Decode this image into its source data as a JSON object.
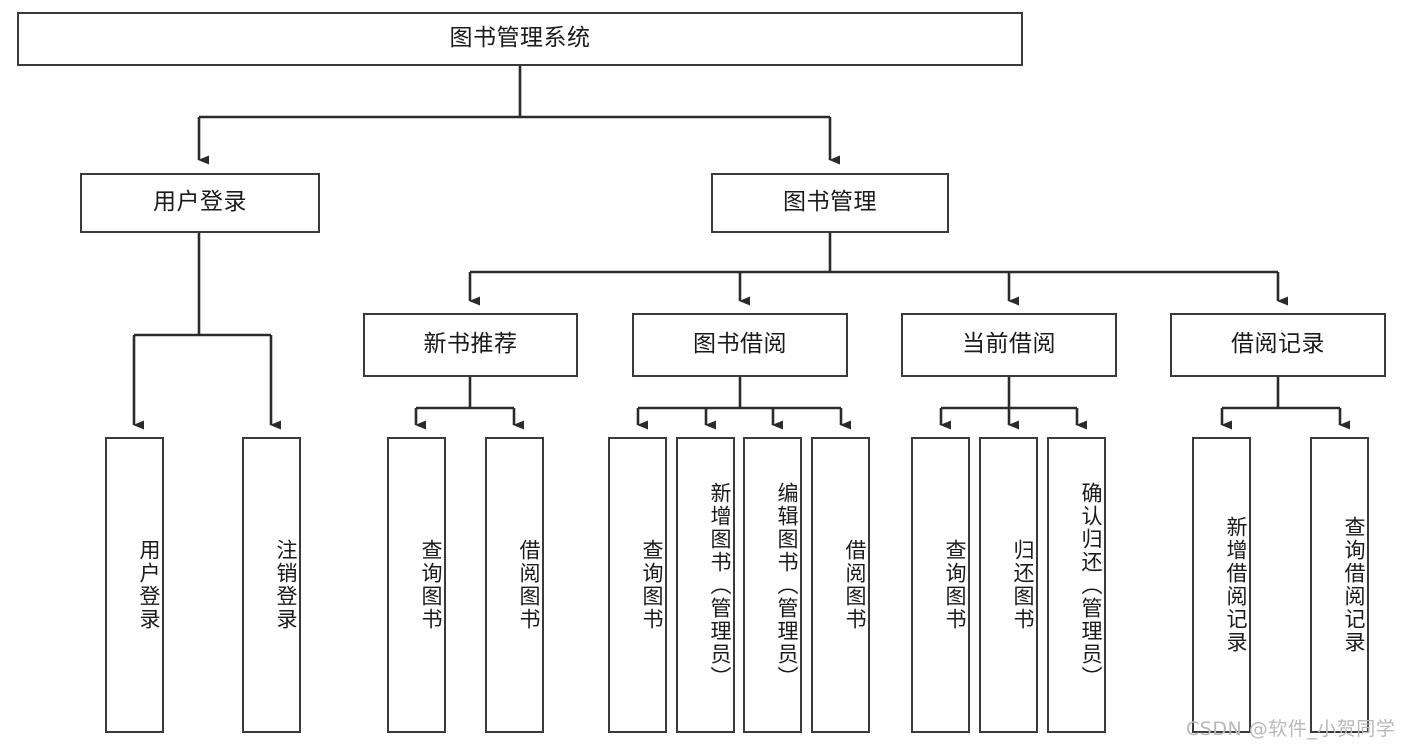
{
  "meta": {
    "title": "图书管理系统 功能结构图",
    "watermark": "CSDN @软件_小贺同学",
    "colors": {
      "background": "#ffffff",
      "box_border": "#3a3a3a",
      "box_fill": "#ffffff",
      "connector": "#2b2b2b",
      "text": "#1a1a1a",
      "watermark": "#b9b9b9"
    }
  },
  "chart_data": {
    "type": "diagram",
    "diagram_kind": "tree",
    "title": "图书管理系统",
    "orientation": "top-down",
    "levels": 4,
    "nodes": [
      {
        "id": "root",
        "label": "图书管理系统",
        "level": 0,
        "parent": null,
        "orientation": "horizontal"
      },
      {
        "id": "login",
        "label": "用户登录",
        "level": 1,
        "parent": "root",
        "orientation": "horizontal"
      },
      {
        "id": "bookmgmt",
        "label": "图书管理",
        "level": 1,
        "parent": "root",
        "orientation": "horizontal"
      },
      {
        "id": "login-1",
        "label": "用户登录",
        "level": 2,
        "parent": "login",
        "orientation": "vertical"
      },
      {
        "id": "login-2",
        "label": "注销登录",
        "level": 2,
        "parent": "login",
        "orientation": "vertical"
      },
      {
        "id": "newbook",
        "label": "新书推荐",
        "level": 2,
        "parent": "bookmgmt",
        "orientation": "horizontal"
      },
      {
        "id": "borrow",
        "label": "图书借阅",
        "level": 2,
        "parent": "bookmgmt",
        "orientation": "horizontal"
      },
      {
        "id": "current",
        "label": "当前借阅",
        "level": 2,
        "parent": "bookmgmt",
        "orientation": "horizontal"
      },
      {
        "id": "records",
        "label": "借阅记录",
        "level": 2,
        "parent": "bookmgmt",
        "orientation": "horizontal"
      },
      {
        "id": "newbook-1",
        "label": "查询图书",
        "level": 3,
        "parent": "newbook",
        "orientation": "vertical"
      },
      {
        "id": "newbook-2",
        "label": "借阅图书",
        "level": 3,
        "parent": "newbook",
        "orientation": "vertical"
      },
      {
        "id": "borrow-1",
        "label": "查询图书",
        "level": 3,
        "parent": "borrow",
        "orientation": "vertical"
      },
      {
        "id": "borrow-2",
        "label": "新增图书（管理员）",
        "level": 3,
        "parent": "borrow",
        "orientation": "vertical"
      },
      {
        "id": "borrow-3",
        "label": "编辑图书（管理员）",
        "level": 3,
        "parent": "borrow",
        "orientation": "vertical"
      },
      {
        "id": "borrow-4",
        "label": "借阅图书",
        "level": 3,
        "parent": "borrow",
        "orientation": "vertical"
      },
      {
        "id": "current-1",
        "label": "查询图书",
        "level": 3,
        "parent": "current",
        "orientation": "vertical"
      },
      {
        "id": "current-2",
        "label": "归还图书",
        "level": 3,
        "parent": "current",
        "orientation": "vertical"
      },
      {
        "id": "current-3",
        "label": "确认归还（管理员）",
        "level": 3,
        "parent": "current",
        "orientation": "vertical"
      },
      {
        "id": "records-1",
        "label": "新增借阅记录",
        "level": 3,
        "parent": "records",
        "orientation": "vertical"
      },
      {
        "id": "records-2",
        "label": "查询借阅记录",
        "level": 3,
        "parent": "records",
        "orientation": "vertical"
      }
    ],
    "edges": [
      {
        "from": "root",
        "to": "login"
      },
      {
        "from": "root",
        "to": "bookmgmt"
      },
      {
        "from": "login",
        "to": "login-1"
      },
      {
        "from": "login",
        "to": "login-2"
      },
      {
        "from": "bookmgmt",
        "to": "newbook"
      },
      {
        "from": "bookmgmt",
        "to": "borrow"
      },
      {
        "from": "bookmgmt",
        "to": "current"
      },
      {
        "from": "bookmgmt",
        "to": "records"
      },
      {
        "from": "newbook",
        "to": "newbook-1"
      },
      {
        "from": "newbook",
        "to": "newbook-2"
      },
      {
        "from": "borrow",
        "to": "borrow-1"
      },
      {
        "from": "borrow",
        "to": "borrow-2"
      },
      {
        "from": "borrow",
        "to": "borrow-3"
      },
      {
        "from": "borrow",
        "to": "borrow-4"
      },
      {
        "from": "current",
        "to": "current-1"
      },
      {
        "from": "current",
        "to": "current-2"
      },
      {
        "from": "current",
        "to": "current-3"
      },
      {
        "from": "records",
        "to": "records-1"
      },
      {
        "from": "records",
        "to": "records-2"
      }
    ]
  }
}
